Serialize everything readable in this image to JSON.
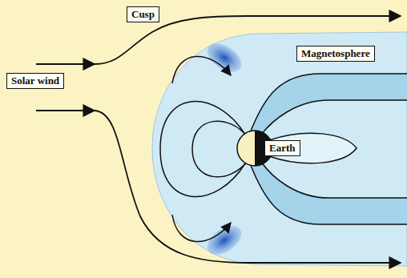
{
  "diagram": {
    "nodes": [
      {
        "text": [
          "Cusp"
        ]
      },
      {
        "text": [
          "Magnetosphere"
        ]
      },
      {
        "text": [
          "Solar wind"
        ]
      },
      {
        "text": [
          "Earth"
        ]
      }
    ]
  }
}
